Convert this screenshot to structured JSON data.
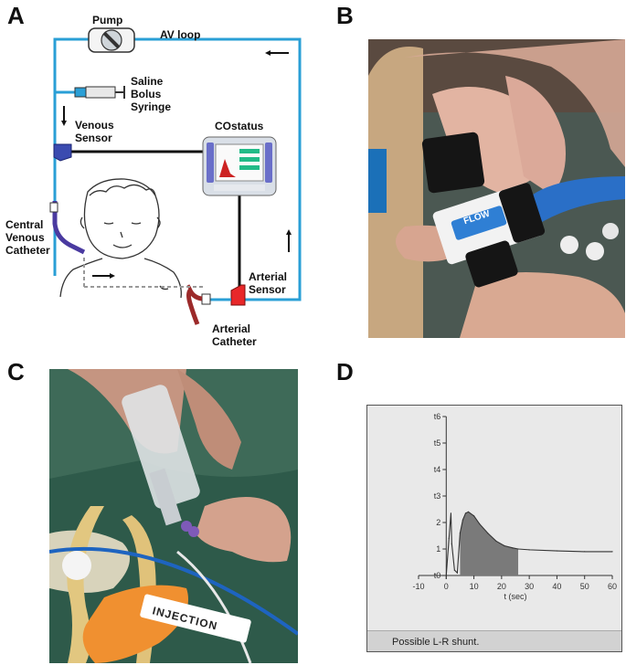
{
  "panels": {
    "a": "A",
    "b": "B",
    "c": "C",
    "d": "D"
  },
  "diagram": {
    "pump": "Pump",
    "av_loop": "AV loop",
    "syringe_line1": "Saline",
    "syringe_line2": "Bolus",
    "syringe_line3": "Syringe",
    "venous_line1": "Venous",
    "venous_line2": "Sensor",
    "costatus": "COstatus",
    "cvc_line1": "Central",
    "cvc_line2": "Venous",
    "cvc_line3": "Catheter",
    "arterial_sensor_line1": "Arterial",
    "arterial_sensor_line2": "Sensor",
    "arterial_catheter_line1": "Arterial",
    "arterial_catheter_line2": "Catheter",
    "loop_color": "#2a9fd6",
    "venous_sensor_color": "#3b4bb0",
    "arterial_sensor_color": "#e8282a"
  },
  "photo_b": {
    "flow_label": "FLOW"
  },
  "photo_c": {
    "tag_label": "INJECTION"
  },
  "chart_data": {
    "type": "area",
    "x": [
      -1,
      0,
      1,
      1.7,
      2,
      3,
      4,
      5,
      6,
      7,
      8,
      10,
      12,
      15,
      18,
      21,
      24,
      26,
      30,
      40,
      50,
      60
    ],
    "y": [
      0,
      0,
      1.4,
      2.35,
      1.2,
      0.2,
      0.1,
      1.6,
      2.1,
      2.35,
      2.4,
      2.25,
      1.95,
      1.6,
      1.3,
      1.12,
      1.04,
      1.0,
      0.97,
      0.93,
      0.9,
      0.9
    ],
    "shaded_x_range": [
      5,
      26
    ],
    "xlabel": "t (sec)",
    "ylabel": "",
    "xlim": [
      -10,
      60
    ],
    "ylim": [
      0,
      6
    ],
    "xticks": [
      "-10",
      "0",
      "10",
      "20",
      "30",
      "40",
      "50",
      "60"
    ],
    "yticks": [
      "0",
      "1",
      "2",
      "3",
      "4",
      "5",
      "6"
    ],
    "yticks_shown": [
      "t0",
      "1",
      "2",
      "t3",
      "t4",
      "t5",
      "t6"
    ],
    "annotation": "Possible L-R shunt.",
    "grid": false
  }
}
